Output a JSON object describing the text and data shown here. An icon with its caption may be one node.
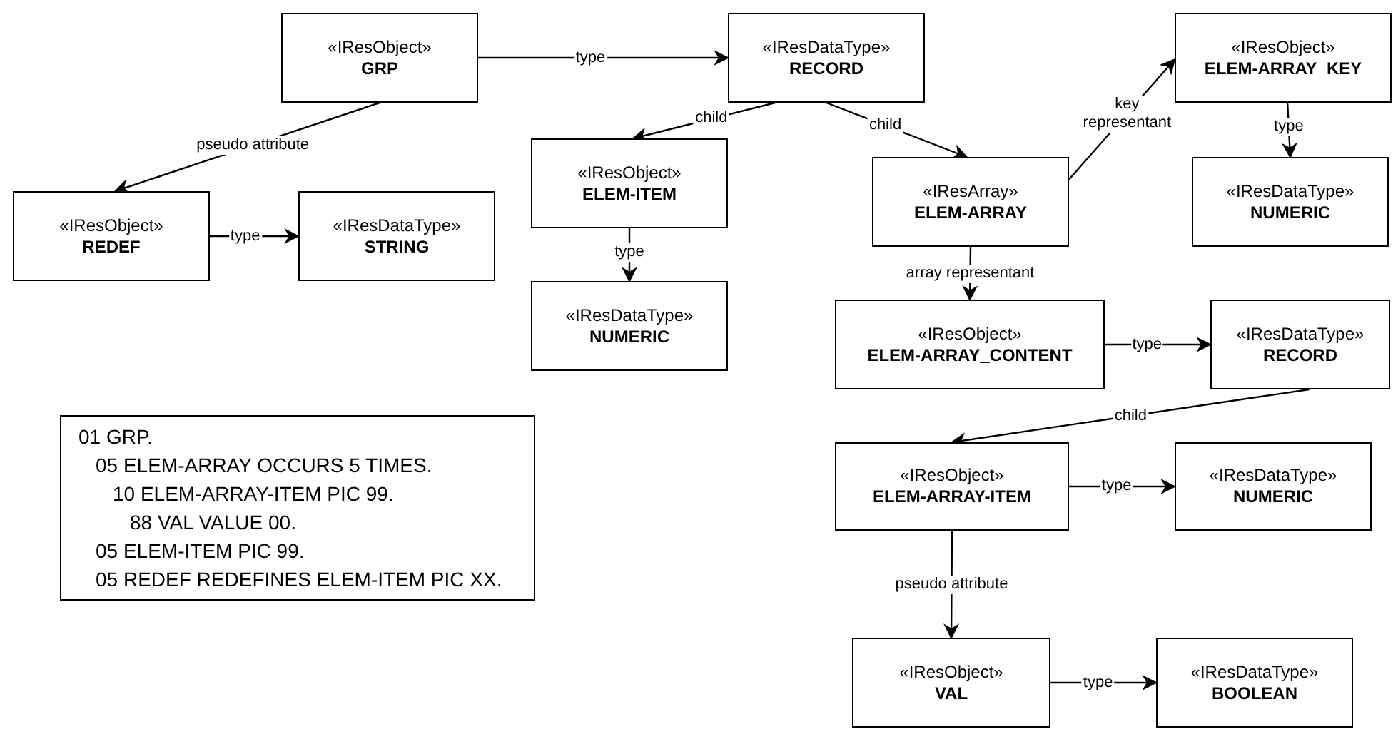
{
  "diagram": {
    "nodes": [
      {
        "text": [
          "«IResObject»",
          "GRP"
        ]
      },
      {
        "text": [
          "«IResDataType»",
          "RECORD"
        ]
      },
      {
        "text": [
          "«IResObject»",
          "REDEF"
        ]
      },
      {
        "text": [
          "«IResDataType»",
          "STRING"
        ]
      },
      {
        "text": [
          "«IResObject»",
          "ELEM-ITEM"
        ]
      },
      {
        "text": [
          "«IResDataType»",
          "NUMERIC"
        ]
      },
      {
        "text": [
          "«IResArray»",
          "ELEM-ARRAY"
        ]
      },
      {
        "text": [
          "«IResObject»",
          "ELEM-ARRAY_KEY"
        ]
      },
      {
        "text": [
          "«IResDataType»",
          "NUMERIC"
        ]
      },
      {
        "text": [
          "«IResObject»",
          "ELEM-ARRAY_CONTENT"
        ]
      },
      {
        "text": [
          "«IResDataType»",
          "RECORD"
        ]
      },
      {
        "text": [
          "«IResObject»",
          "ELEM-ARRAY-ITEM"
        ]
      },
      {
        "text": [
          "«IResDataType»",
          "NUMERIC"
        ]
      },
      {
        "text": [
          "«IResObject»",
          "VAL"
        ]
      },
      {
        "text": [
          "«IResDataType»",
          "BOOLEAN"
        ]
      },
      {
        "text": [
          "01 GRP.",
          "05 ELEM-ARRAY OCCURS 5 TIMES.",
          "10 ELEM-ARRAY-ITEM PIC 99.",
          "88 VAL VALUE 00.",
          "05 ELEM-ITEM PIC 99.",
          "05 REDEF REDEFINES ELEM-ITEM PIC XX."
        ]
      }
    ],
    "edges": [
      {
        "from": 0,
        "to": 1,
        "arrow": "to",
        "label": "type"
      },
      {
        "from": 0,
        "to": 2,
        "arrow": "to",
        "label": "pseudo attribute"
      },
      {
        "from": 2,
        "to": 3,
        "arrow": "to",
        "label": "type"
      },
      {
        "from": 1,
        "to": 4,
        "arrow": "to",
        "label": "child"
      },
      {
        "from": 4,
        "to": 5,
        "arrow": "to",
        "label": "type"
      },
      {
        "from": 1,
        "to": 6,
        "arrow": "to",
        "label": "child"
      },
      {
        "from": 6,
        "to": 7,
        "arrow": "to",
        "label": "key representant"
      },
      {
        "from": 7,
        "to": 8,
        "arrow": "to",
        "label": "type"
      },
      {
        "from": 6,
        "to": 9,
        "arrow": "to",
        "label": "array representant"
      },
      {
        "from": 9,
        "to": 10,
        "arrow": "to",
        "label": "type"
      },
      {
        "from": 10,
        "to": 11,
        "arrow": "to",
        "label": "child"
      },
      {
        "from": 11,
        "to": 12,
        "arrow": "to",
        "label": "type"
      },
      {
        "from": 11,
        "to": 13,
        "arrow": "to",
        "label": "pseudo attribute"
      },
      {
        "from": 13,
        "to": 14,
        "arrow": "to",
        "label": "type"
      }
    ]
  }
}
